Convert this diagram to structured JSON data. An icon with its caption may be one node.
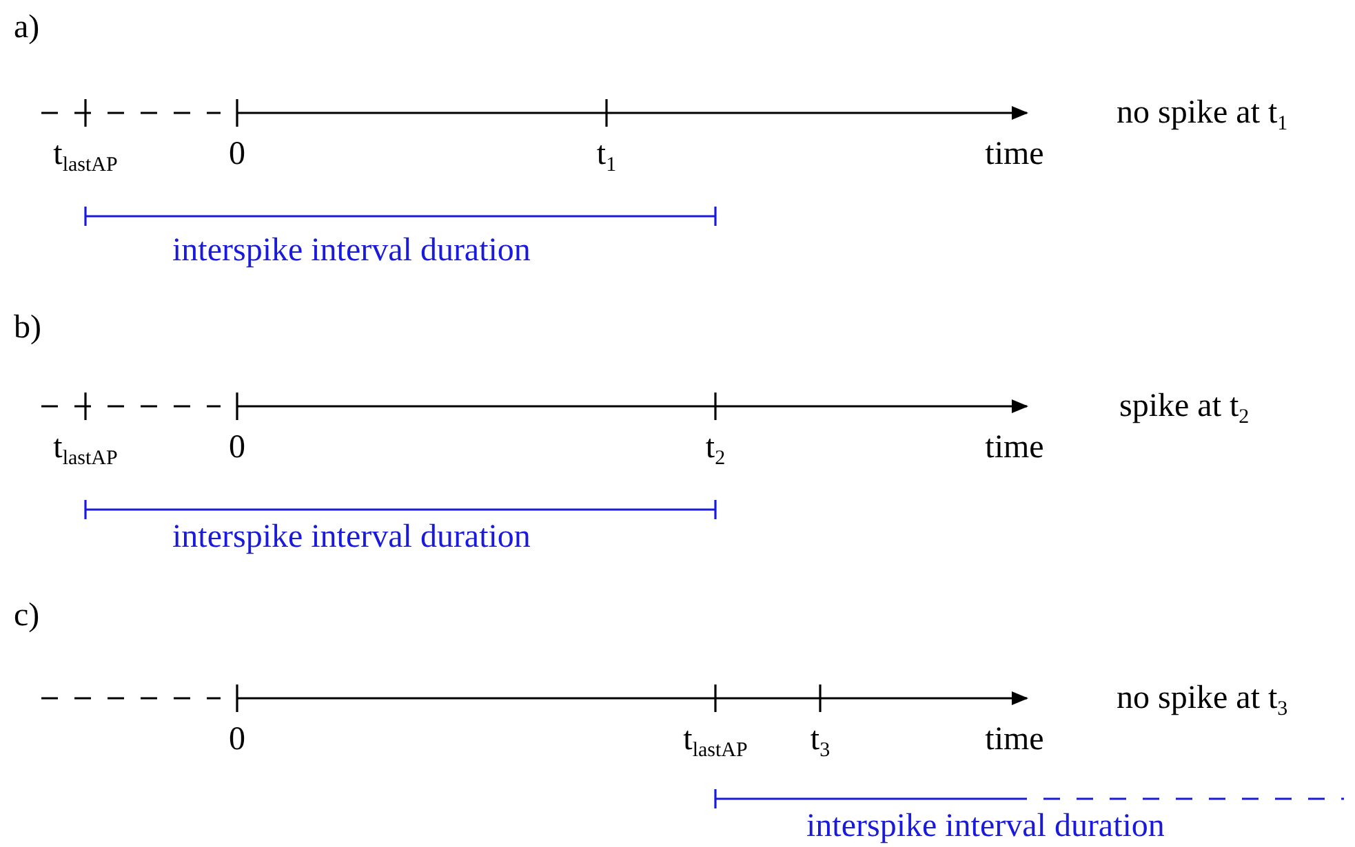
{
  "diagram": {
    "labels": [
      "a)",
      "t$_{lastAP}$",
      "0",
      "t$_{1}$",
      "time",
      "no spike at t$_{1}$",
      "interspike interval duration",
      "b)",
      "t$_{lastAP}$",
      "0",
      "t$_{2}$",
      "time",
      "spike at t$_{2}$",
      "interspike interval duration",
      "c)",
      "0",
      "t$_{lastAP}$",
      "t$_{3}$",
      "time",
      "no spike at t$_{3}$",
      "interspike interval duration"
    ]
  }
}
